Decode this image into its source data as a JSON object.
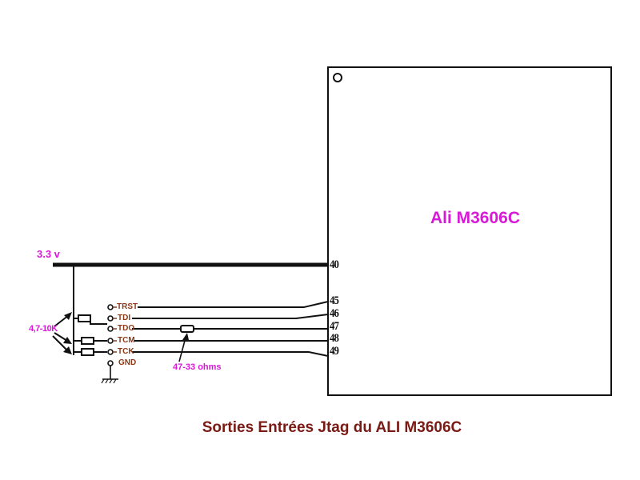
{
  "chip": {
    "name": "Ali M3606C",
    "pins": [
      {
        "number": "40",
        "signal": "3.3 v"
      },
      {
        "number": "45",
        "signal": "TRST"
      },
      {
        "number": "46",
        "signal": "TDI"
      },
      {
        "number": "47",
        "signal": "TDO"
      },
      {
        "number": "48",
        "signal": "TCM"
      },
      {
        "number": "49",
        "signal": "TCK"
      }
    ]
  },
  "power_rail": {
    "label": "3.3 v"
  },
  "jtag_connector": {
    "labels": [
      "TRST",
      "TDI",
      "TDO",
      "TCM",
      "TCK",
      "GND"
    ]
  },
  "annotations": {
    "pullup_resistors": "4,7-10K",
    "series_resistor": "47-33 ohms"
  },
  "caption": "Sorties Entrées Jtag du ALI M3606C",
  "colors": {
    "label_magenta": "#d81ad8",
    "jtag_label_brown": "#8b3a1a",
    "caption_dark_red": "#7a1a14",
    "line_black": "#111111"
  }
}
